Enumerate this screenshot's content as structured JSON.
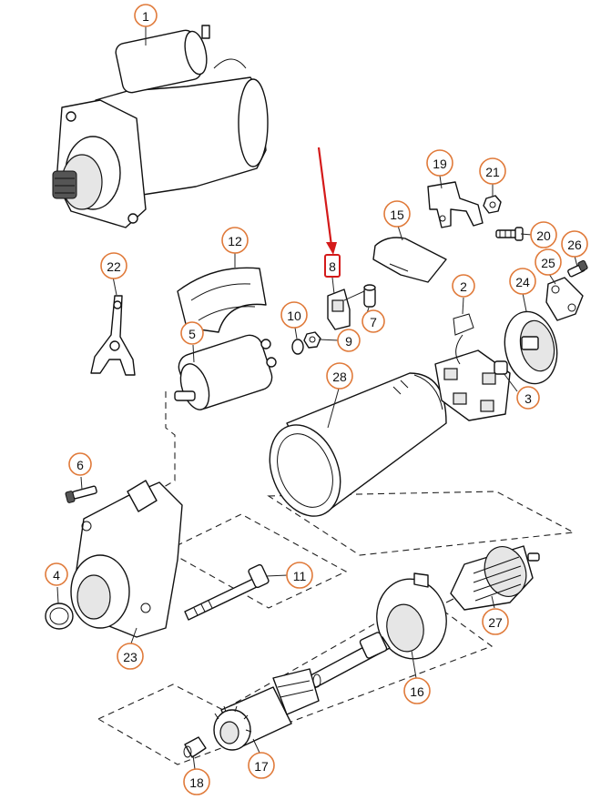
{
  "diagram": {
    "callouts": [
      {
        "id": "c1",
        "label": "1"
      },
      {
        "id": "c2",
        "label": "2"
      },
      {
        "id": "c3",
        "label": "3"
      },
      {
        "id": "c4",
        "label": "4"
      },
      {
        "id": "c5",
        "label": "5"
      },
      {
        "id": "c6",
        "label": "6"
      },
      {
        "id": "c7",
        "label": "7"
      },
      {
        "id": "c8",
        "label": "8"
      },
      {
        "id": "c9",
        "label": "9"
      },
      {
        "id": "c10",
        "label": "10"
      },
      {
        "id": "c11",
        "label": "11"
      },
      {
        "id": "c12",
        "label": "12"
      },
      {
        "id": "c15",
        "label": "15"
      },
      {
        "id": "c16",
        "label": "16"
      },
      {
        "id": "c17",
        "label": "17"
      },
      {
        "id": "c18",
        "label": "18"
      },
      {
        "id": "c19",
        "label": "19"
      },
      {
        "id": "c20",
        "label": "20"
      },
      {
        "id": "c21",
        "label": "21"
      },
      {
        "id": "c22",
        "label": "22"
      },
      {
        "id": "c23",
        "label": "23"
      },
      {
        "id": "c24",
        "label": "24"
      },
      {
        "id": "c25",
        "label": "25"
      },
      {
        "id": "c26",
        "label": "26"
      },
      {
        "id": "c27",
        "label": "27"
      },
      {
        "id": "c28",
        "label": "28"
      }
    ],
    "highlighted": {
      "label": "8"
    },
    "colors": {
      "callout_ring": "#e07a3a",
      "highlight": "#d41a1a",
      "line_art": "#111111"
    }
  }
}
